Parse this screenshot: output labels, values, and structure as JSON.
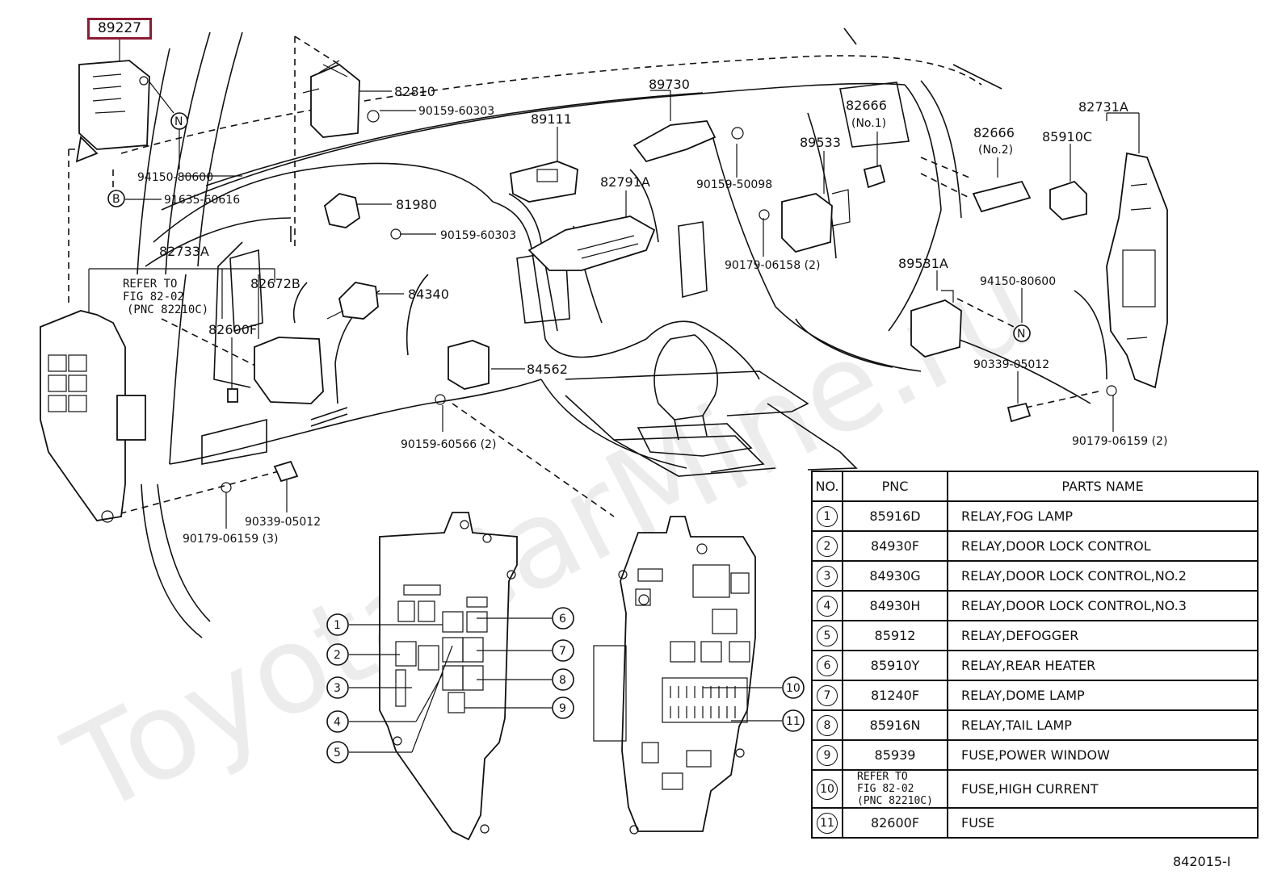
{
  "highlighted_part": "89227",
  "callouts": {
    "c82810": "82810",
    "c90159_60303_a": "90159-60303",
    "c89730": "89730",
    "c89111": "89111",
    "c82666_1": "82666",
    "c82666_1_sub": "(No.1)",
    "c82666_2": "82666",
    "c82666_2_sub": "(No.2)",
    "c82731A": "82731A",
    "c85910C": "85910C",
    "c94150_80600_a": "94150-80600",
    "c91635_60616": "91635-60616",
    "c81980": "81980",
    "c90159_60303_b": "90159-60303",
    "c82791A": "82791A",
    "c90159_50098": "90159-50098",
    "c89533": "89533",
    "c82733A": "82733A",
    "c82672B": "82672B",
    "c84340": "84340",
    "c82600F": "82600F",
    "c90179_06158": "90179-06158 (2)",
    "c89531A": "89531A",
    "c94150_80600_b": "94150-80600",
    "c84562": "84562",
    "c90339_05012_a": "90339-05012",
    "c90159_60566": "90159-60566 (2)",
    "c90179_06159_a": "90179-06159 (2)",
    "c90339_05012_b": "90339-05012",
    "c90179_06159_b": "90179-06159 (3)"
  },
  "refer_note": {
    "line1": "REFER TO",
    "line2": "FIG 82-02",
    "line3": "(PNC 82210C)"
  },
  "markers": {
    "n": "N",
    "b": "B"
  },
  "relay_numbers": [
    "1",
    "2",
    "3",
    "4",
    "5",
    "6",
    "7",
    "8",
    "9",
    "10",
    "11"
  ],
  "watermark": "ToyotaCarMine.ru",
  "table": {
    "headers": {
      "no": "NO.",
      "pnc": "PNC",
      "name": "PARTS NAME"
    },
    "rows": [
      {
        "no": "1",
        "pnc": "85916D",
        "name": "RELAY,FOG  LAMP"
      },
      {
        "no": "2",
        "pnc": "84930F",
        "name": "RELAY,DOOR LOCK CONTROL"
      },
      {
        "no": "3",
        "pnc": "84930G",
        "name": "RELAY,DOOR LOCK CONTROL,NO.2"
      },
      {
        "no": "4",
        "pnc": "84930H",
        "name": "RELAY,DOOR LOCK CONTROL,NO.3"
      },
      {
        "no": "5",
        "pnc": "85912",
        "name": "RELAY,DEFOGGER"
      },
      {
        "no": "6",
        "pnc": "85910Y",
        "name": "RELAY,REAR HEATER"
      },
      {
        "no": "7",
        "pnc": "81240F",
        "name": "RELAY,DOME LAMP"
      },
      {
        "no": "8",
        "pnc": "85916N",
        "name": "RELAY,TAIL LAMP"
      },
      {
        "no": "9",
        "pnc": "85939",
        "name": "FUSE,POWER WINDOW"
      },
      {
        "no": "10",
        "pnc_l1": "REFER TO",
        "pnc_l2": "FIG 82-02",
        "pnc_l3": "(PNC 82210C)",
        "name": "FUSE,HIGH CURRENT"
      },
      {
        "no": "11",
        "pnc": "82600F",
        "name": "FUSE"
      }
    ]
  },
  "figure_code": "842015-I"
}
